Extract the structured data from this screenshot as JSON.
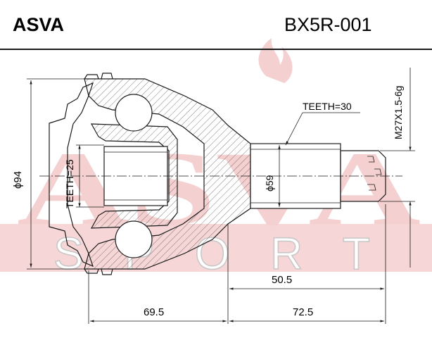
{
  "header": {
    "brand": "ASVA",
    "part_number": "BX5R-001"
  },
  "watermark": {
    "brand": "ASVA",
    "tagline": "SPORT"
  },
  "annotations": {
    "teeth_outer": "TEETH=30",
    "teeth_inner": "TEETH=25",
    "thread": "M27X1.5-6g",
    "body_diameter": "ϕ94",
    "stem_diameter": "ϕ59"
  },
  "dimensions": {
    "stem_length": "50.5",
    "body_length": "69.5",
    "shaft_length": "72.5"
  },
  "colors": {
    "watermark_red": "#f4d0d0",
    "watermark_band": "#f6d6d6",
    "line": "#1a1a1a"
  }
}
